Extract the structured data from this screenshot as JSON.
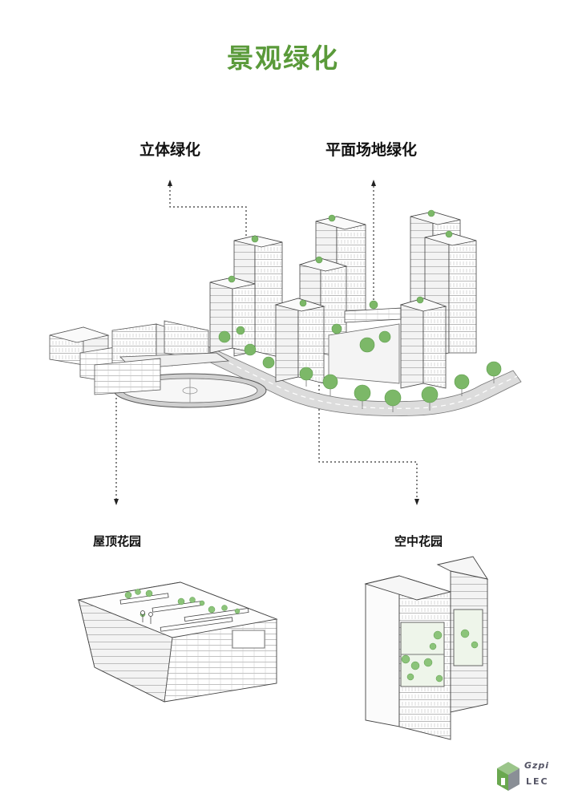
{
  "title": "景观绿化",
  "labels": {
    "vertical_greening": "立体绿化",
    "ground_greening": "平面场地绿化",
    "roof_garden": "屋顶花园",
    "sky_garden": "空中花园"
  },
  "logo": {
    "top_text": "Gzpi",
    "bottom_text": "LEC"
  },
  "colors": {
    "title": "#5a9a3a",
    "tree": "#7cb868",
    "tree_dark": "#5d9c4c",
    "line": "#555555",
    "road": "#d9d9d9",
    "logo_green": "#6aa84f",
    "logo_gray": "#8a8f96"
  }
}
